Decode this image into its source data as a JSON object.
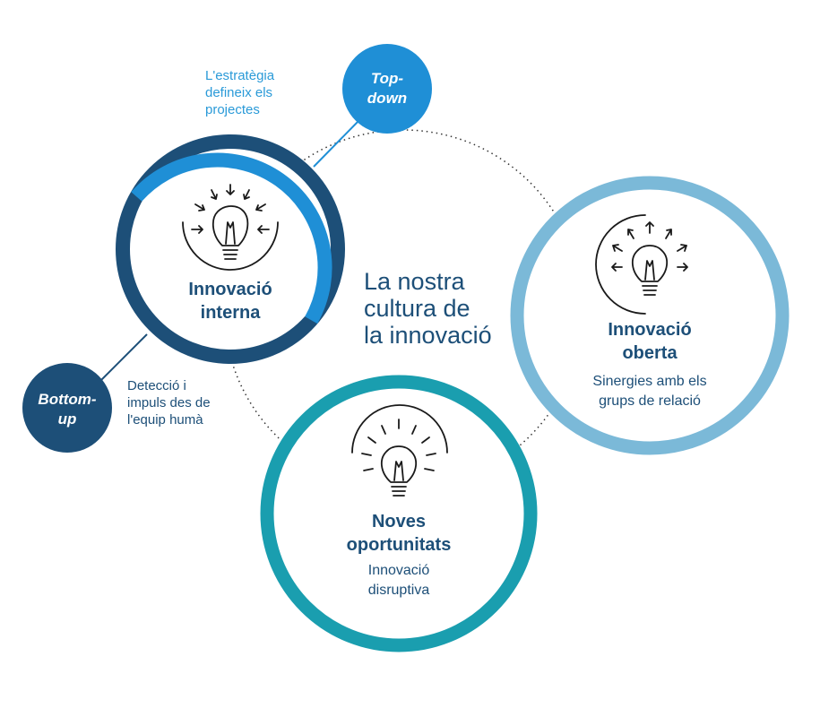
{
  "center": {
    "title_lines": [
      "La nostra",
      "cultura de",
      "la innovació"
    ]
  },
  "internal": {
    "title_lines": [
      "Innovació",
      "interna"
    ],
    "top_note_lines": [
      "L'estratègia",
      "defineix els",
      "projectes"
    ],
    "bottom_note_lines": [
      "Detecció i",
      "impuls des de",
      "l'equip humà"
    ]
  },
  "top_down": {
    "label_lines": [
      "Top-",
      "down"
    ]
  },
  "bottom_up": {
    "label_lines": [
      "Bottom-",
      "up"
    ]
  },
  "open": {
    "title_lines": [
      "Innovació",
      "oberta"
    ],
    "sub_lines": [
      "Sinergies amb els",
      "grups de relació"
    ]
  },
  "new": {
    "title_lines": [
      "Noves",
      "oportunitats"
    ],
    "sub_lines": [
      "Innovació",
      "disruptiva"
    ]
  },
  "icons": {
    "internal": "lightbulb-arrows-inward-icon",
    "open": "lightbulb-arrows-outward-icon",
    "new": "lightbulb-rays-icon"
  },
  "colors": {
    "dark_navy": "#1d4f78",
    "bright_blue": "#1f8fd6",
    "light_blue": "#7bb9d8",
    "teal": "#1a9eaf",
    "note_blue": "#2a9ad8"
  }
}
